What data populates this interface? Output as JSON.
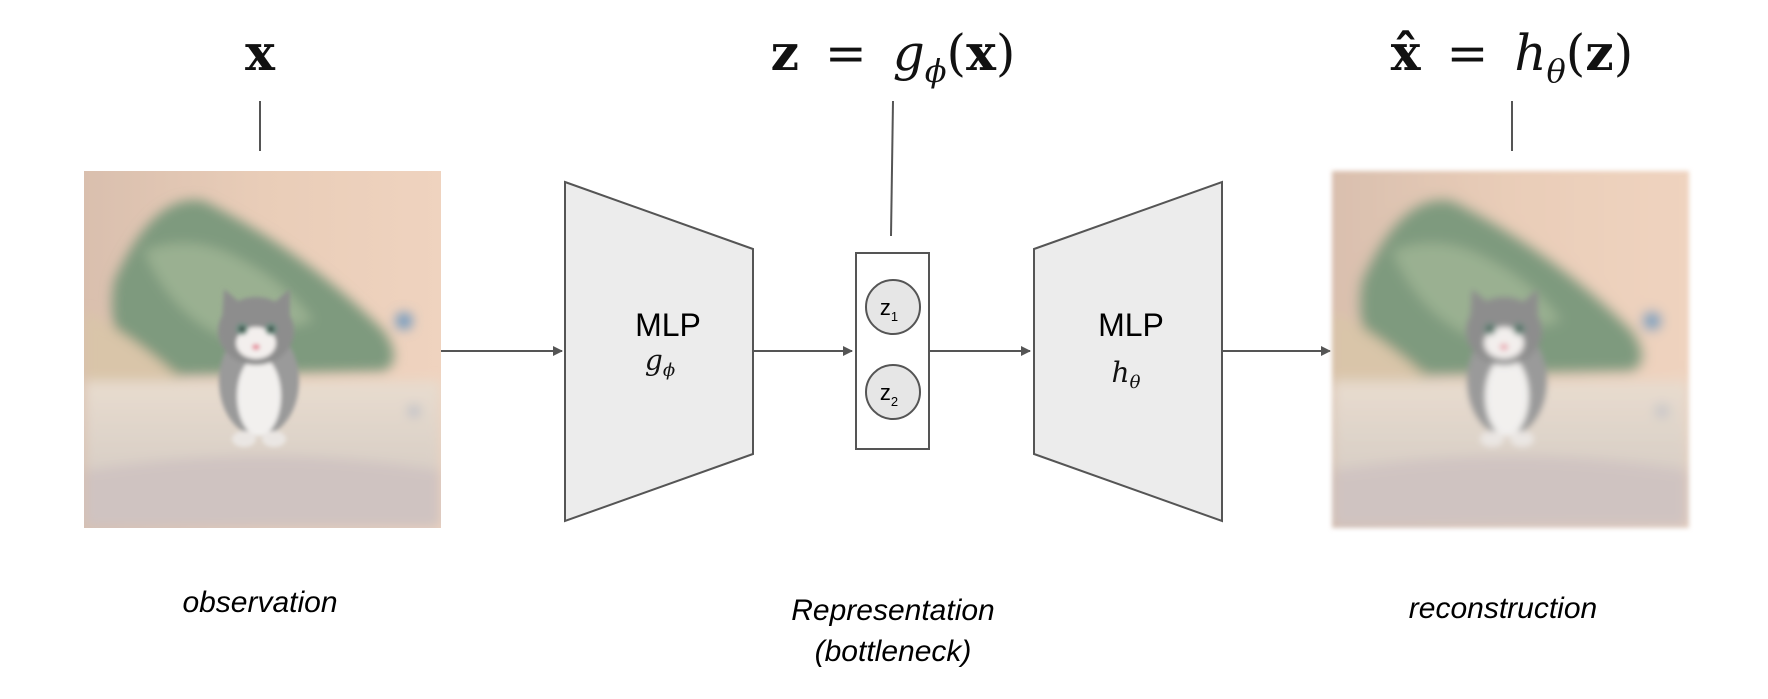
{
  "input": {
    "symbol": "x",
    "caption": "observation"
  },
  "latent": {
    "symbol": "z",
    "equals": "=",
    "function": "g",
    "subscript": "ϕ",
    "open": "(",
    "argument": "x",
    "close": ")",
    "units": [
      {
        "letter": "z",
        "index": "1"
      },
      {
        "letter": "z",
        "index": "2"
      }
    ],
    "caption_line1": "Representation",
    "caption_line2": "(bottleneck)"
  },
  "encoder": {
    "label": "MLP",
    "function": "g",
    "subscript": "ϕ"
  },
  "decoder": {
    "label": "MLP",
    "function": "h",
    "subscript": "θ"
  },
  "output": {
    "symbol": "x̂",
    "equals": "=",
    "function": "h",
    "subscript": "θ",
    "open": "(",
    "argument": "z",
    "close": ")",
    "caption": "reconstruction"
  },
  "colors": {
    "block_fill": "#ececec",
    "stroke": "#555555",
    "unit_fill": "#e6e6e6"
  }
}
